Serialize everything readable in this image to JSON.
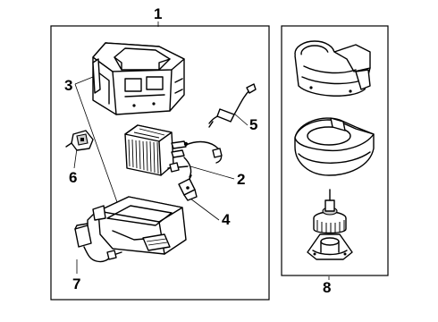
{
  "callouts": {
    "c1": "1",
    "c2": "2",
    "c3": "3",
    "c4": "4",
    "c5": "5",
    "c6": "6",
    "c7": "7",
    "c8": "8"
  },
  "colors": {
    "line": "#000000",
    "background": "#ffffff",
    "shade": "#cfcfcf"
  }
}
